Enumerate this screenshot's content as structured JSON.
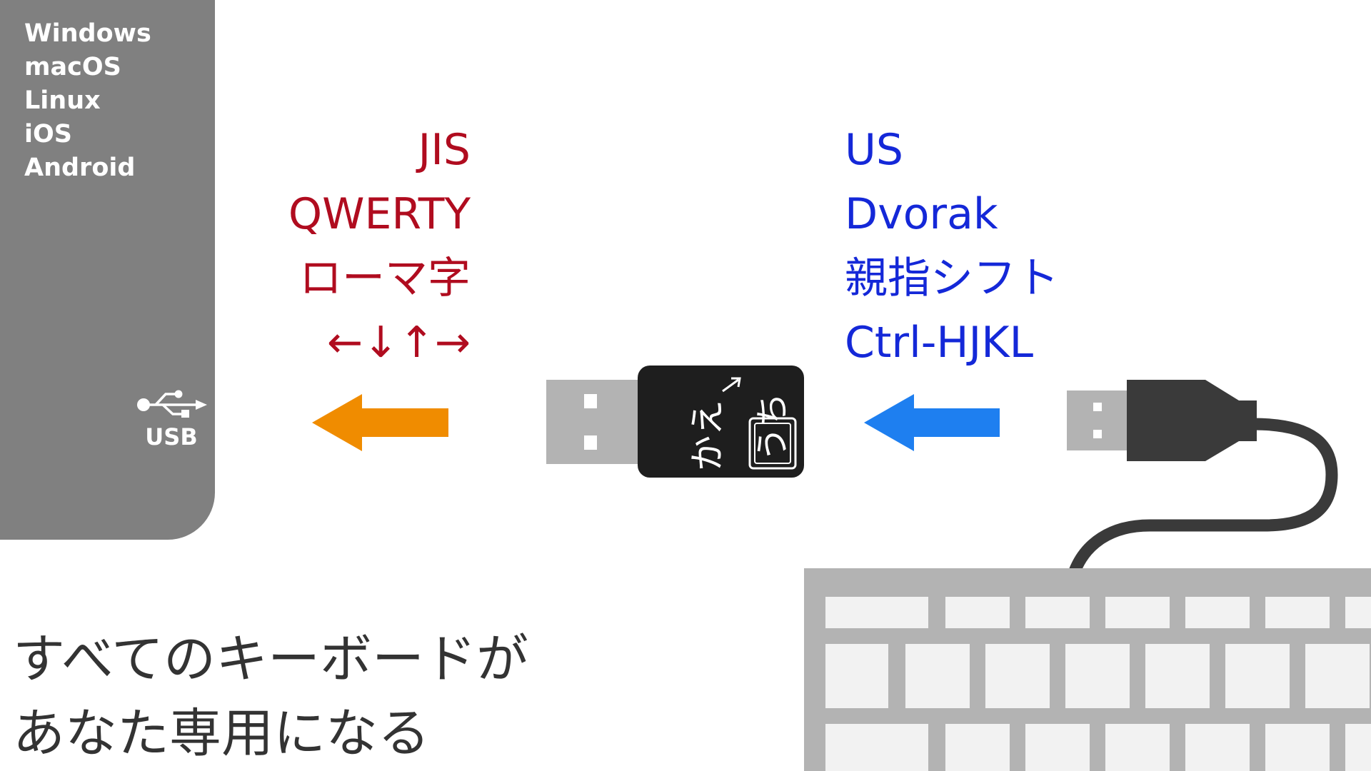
{
  "host": {
    "os_list": [
      "Windows",
      "macOS",
      "Linux",
      "iOS",
      "Android"
    ],
    "usb_label": "USB",
    "usb_icon": "usb-icon"
  },
  "output_layouts": [
    "JIS",
    "QWERTY",
    "ローマ字",
    "←↓↑→"
  ],
  "input_layouts": [
    "US",
    "Dvorak",
    "親指シフト",
    "Ctrl-HJKL"
  ],
  "adapter": {
    "logo_text_top": "かえ",
    "logo_text_bottom": "うち"
  },
  "tagline": {
    "line1": "すべてのキーボードが",
    "line2": "あなた専用になる"
  },
  "colors": {
    "panel": "#808080",
    "output_text": "#b00c1f",
    "input_text": "#1428d8",
    "output_arrow": "#f08c00",
    "input_arrow": "#1e7ff0",
    "adapter_body": "#1e1e1e",
    "usb_plug_metal": "#b3b3b3",
    "keyboard_frame": "#b3b3b3",
    "keyboard_key": "#f2f2f2",
    "cable": "#3a3a3a"
  }
}
